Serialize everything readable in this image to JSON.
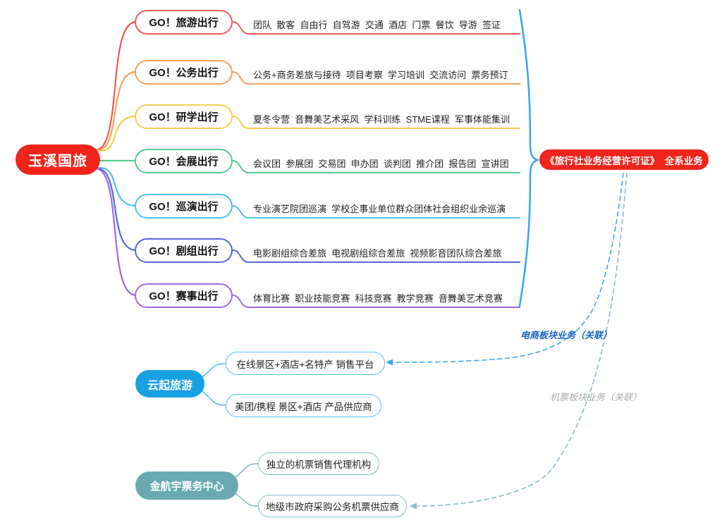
{
  "root": {
    "label": "玉溪国旅",
    "color": "#f0241b"
  },
  "license": {
    "label": "《旅行社业务经营许可证》  全系业务",
    "color": "#f0241b"
  },
  "brace": {
    "color": "#3ba6f2"
  },
  "branches": [
    {
      "label": "GO！旅游出行",
      "detail": "团队  散客  自由行  自驾游  交通  酒店  门票  餐饮  导游  签证",
      "color": "#ee5a55"
    },
    {
      "label": "GO！公务出行",
      "detail": "公务+商务差旅与接待  项目考察  学习培训  交流访问  票务预订",
      "color": "#f9a057"
    },
    {
      "label": "GO！研学出行",
      "detail": "夏冬令营  音舞美艺术采风  学科训练  STME课程  军事体能集训",
      "color": "#f4cf4e"
    },
    {
      "label": "GO！会展出行",
      "detail": "会议团  参展团  交易团  申办团  谈判团  推介团  报告团  宣讲团",
      "color": "#55c992"
    },
    {
      "label": "GO！巡演出行",
      "detail": "专业演艺院团巡演  学校企事业单位群众团体社会组织业余巡演",
      "color": "#4fc0ef"
    },
    {
      "label": "GO！剧组出行",
      "detail": "电影剧组综合差旅  电视剧组综合差旅  视频影音团队综合差旅",
      "color": "#5568d2"
    },
    {
      "label": "GO！赛事出行",
      "detail": "体育比赛  职业技能竞赛  科技竞赛  教学竞赛  音舞美艺术竞赛",
      "color": "#9c6ade"
    }
  ],
  "ecommerce": {
    "label": "云起旅游",
    "color": "#17a0e2",
    "leaf_border_color": "#4fc0ef",
    "children": [
      {
        "label": "在线景区+酒店+名特产 销售平台"
      },
      {
        "label": "美团/携程 景区+酒店 产品供应商"
      }
    ],
    "link_label": "电商板块业务（关联）",
    "link_label_color": "#1565c4",
    "link_color": "#3ba6f2"
  },
  "ticketing": {
    "label": "金航宇票务中心",
    "color": "#69a9b1",
    "leaf_border_color": "#85bcc4",
    "children": [
      {
        "label": "独立的机票销售代理机构"
      },
      {
        "label": "地级市政府采购公务机票供应商"
      }
    ],
    "link_label": "机票板块业务（关联）",
    "link_label_color": "#a9a9a9",
    "link_color": "#8bb9c9"
  }
}
